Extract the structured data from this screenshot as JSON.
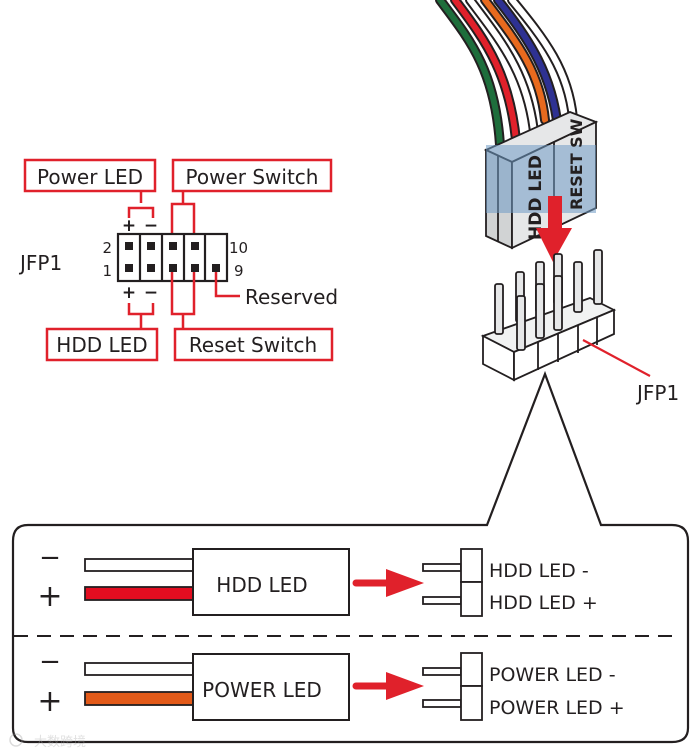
{
  "header_diagram": {
    "connector_name": "JFP1",
    "callouts": {
      "power_led": "Power LED",
      "power_switch": "Power Switch",
      "hdd_led": "HDD LED",
      "reset_switch": "Reset Switch",
      "reserved": "Reserved"
    },
    "pin_numbers": {
      "top_left": "2",
      "bottom_left": "1",
      "top_right": "10",
      "bottom_right": "9"
    },
    "polarity": {
      "top_plus": "+",
      "top_minus": "−",
      "bottom_plus": "+",
      "bottom_minus": "−"
    }
  },
  "illustration": {
    "plug_labels": [
      "HDD LED",
      "RESET SW"
    ],
    "header_label": "JFP1",
    "wire_colors": [
      "#1e6e3c",
      "#e0212b",
      "#ffffff",
      "#e86a1e",
      "#2e3192",
      "#ffffff"
    ],
    "arrow_color": "#e0212b"
  },
  "detail_panel": {
    "rows": [
      {
        "minus_sign": "−",
        "plus_sign": "+",
        "connector_label": "HDD LED",
        "minus_wire_color": "#ffffff",
        "plus_wire_color": "#e30d20",
        "pin_labels": [
          "HDD LED -",
          "HDD LED +"
        ]
      },
      {
        "minus_sign": "−",
        "plus_sign": "+",
        "connector_label": "POWER LED",
        "minus_wire_color": "#ffffff",
        "plus_wire_color": "#e35a19",
        "pin_labels": [
          "POWER LED -",
          "POWER LED +"
        ]
      }
    ]
  },
  "watermark": "大数跨境"
}
